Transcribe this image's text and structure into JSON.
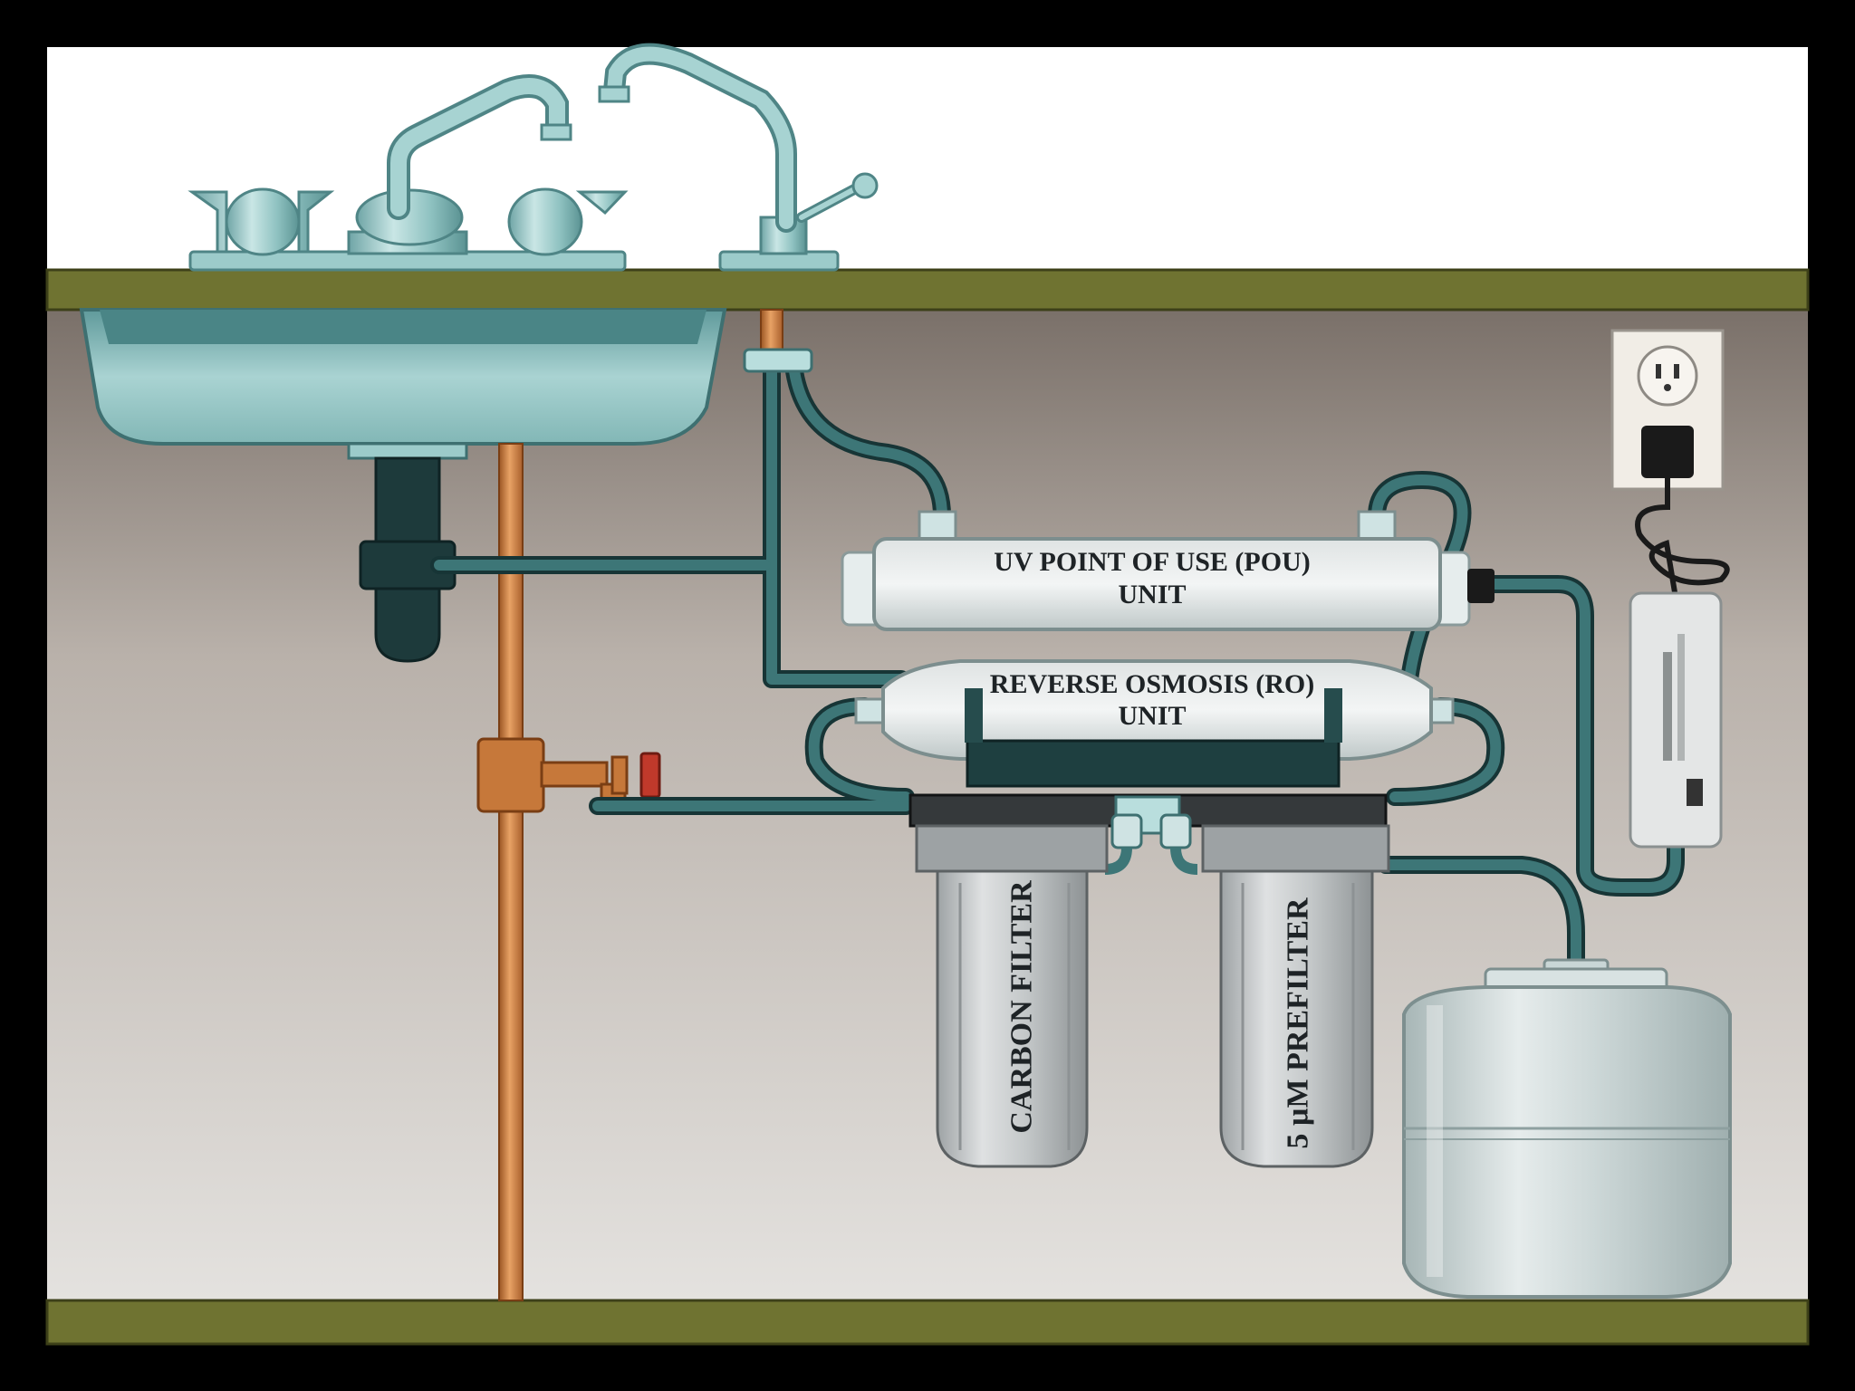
{
  "labels": {
    "uv_line1": "UV POINT OF USE (POU)",
    "uv_line2": "UNIT",
    "ro_line1": "REVERSE OSMOSIS (RO)",
    "ro_line2": "UNIT",
    "carbon_filter": "CARBON FILTER",
    "prefilter": "5 µM PREFILTER"
  },
  "colors": {
    "frame": "#000000",
    "countertop": "#6f7331",
    "cabinet_wall": "#c9c3bd",
    "tubing": "#244e4f",
    "copper": "#c6783a",
    "fixture": "#8fc2c1",
    "housing": "#c9cccd"
  }
}
